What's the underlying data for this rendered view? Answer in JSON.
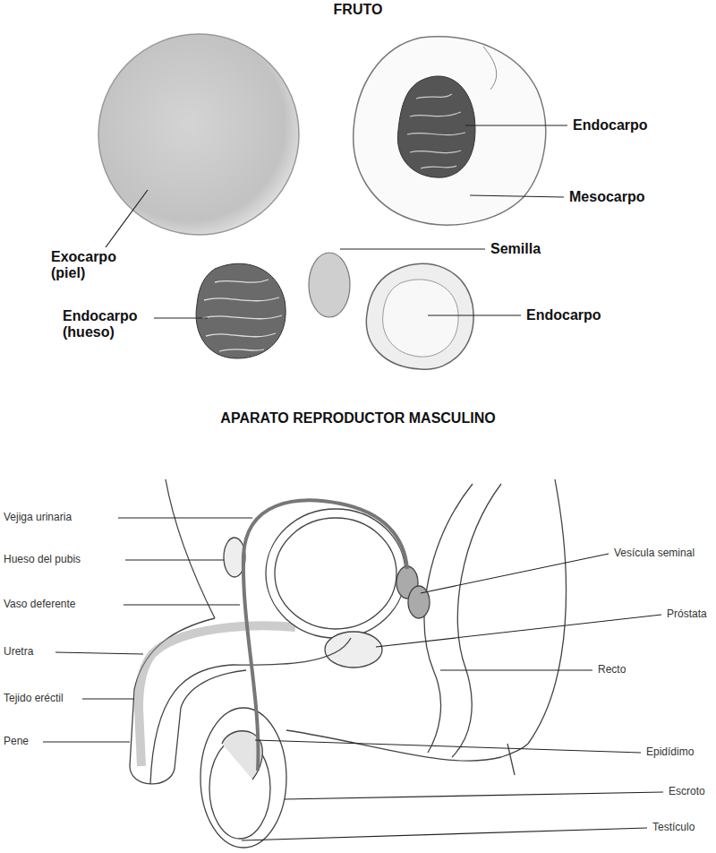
{
  "diagram": {
    "title": "FRUTO",
    "labels": [
      "Endocarpo",
      "Mesocarpo",
      "Semilla",
      "Exocarpo (piel)",
      "Endocarpo (hueso)",
      "Endocarpo",
      "APARATO REPRODUCTOR MASCULINO",
      "Vejiga urinaria",
      "Hueso del pubis",
      "Vaso deferente",
      "Uretra",
      "Tejido eréctil",
      "Pene",
      "Vesícula seminal",
      "Próstata",
      "Recto",
      "Epidídimo",
      "Escroto",
      "Testículo"
    ]
  }
}
